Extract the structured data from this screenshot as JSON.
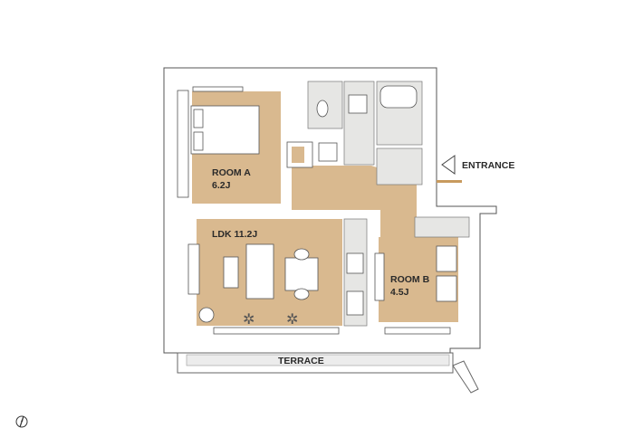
{
  "rooms": {
    "room_a": {
      "name": "ROOM A",
      "size": "6.2J"
    },
    "ldk": {
      "label": "LDK 11.2J"
    },
    "room_b": {
      "name": "ROOM B",
      "size": "4.5J"
    }
  },
  "labels": {
    "entrance": "ENTRANCE",
    "terrace": "TERRACE"
  },
  "colors": {
    "floor": "#d9b98f",
    "wall": "#ffffff",
    "wet_area": "#e6e6e4"
  },
  "icons": {
    "compass": "north-compass-icon",
    "entrance": "entrance-arrow-icon"
  }
}
